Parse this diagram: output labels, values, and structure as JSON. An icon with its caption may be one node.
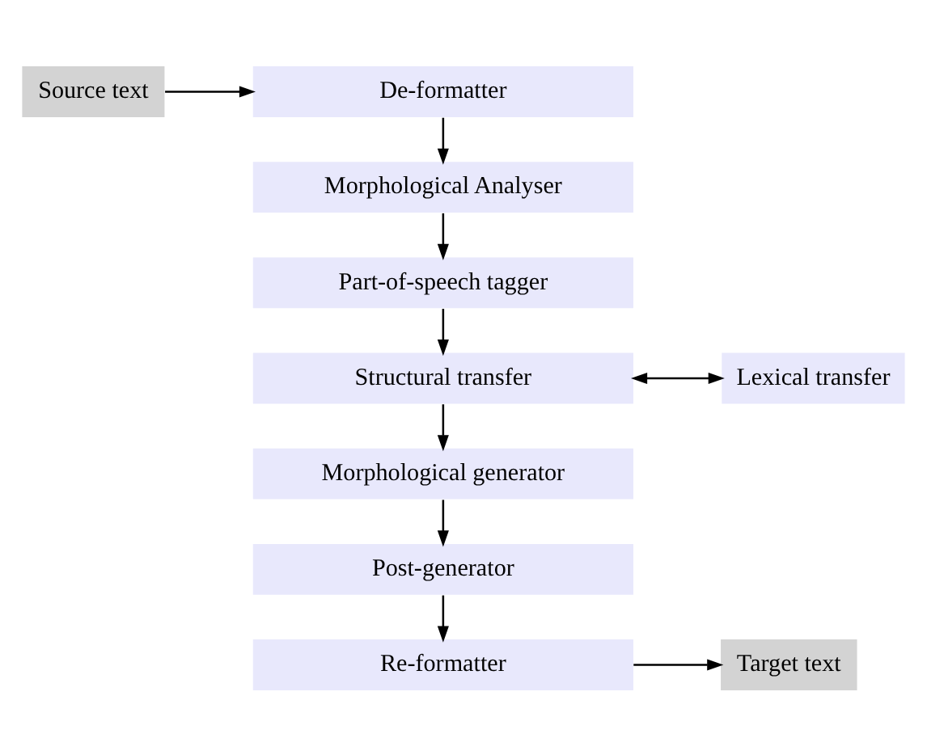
{
  "diagram": {
    "nodes": [
      {
        "text": [
          "Source text"
        ]
      },
      {
        "text": [
          "De-formatter"
        ]
      },
      {
        "text": [
          "Morphological Analyser"
        ]
      },
      {
        "text": [
          "Part-of-speech tagger"
        ]
      },
      {
        "text": [
          "Structural transfer"
        ]
      },
      {
        "text": [
          "Lexical transfer"
        ]
      },
      {
        "text": [
          "Morphological generator"
        ]
      },
      {
        "text": [
          "Post-generator"
        ]
      },
      {
        "text": [
          "Re-formatter"
        ]
      },
      {
        "text": [
          "Target text"
        ]
      }
    ],
    "edges": [
      {
        "from": 0,
        "to": 1,
        "arrow": "to"
      },
      {
        "from": 1,
        "to": 2,
        "arrow": "to"
      },
      {
        "from": 2,
        "to": 3,
        "arrow": "to"
      },
      {
        "from": 3,
        "to": 4,
        "arrow": "to"
      },
      {
        "from": 4,
        "to": 5,
        "arrow": "both"
      },
      {
        "from": 4,
        "to": 6,
        "arrow": "to"
      },
      {
        "from": 6,
        "to": 7,
        "arrow": "to"
      },
      {
        "from": 7,
        "to": 8,
        "arrow": "to"
      },
      {
        "from": 8,
        "to": 9,
        "arrow": "to"
      }
    ]
  }
}
